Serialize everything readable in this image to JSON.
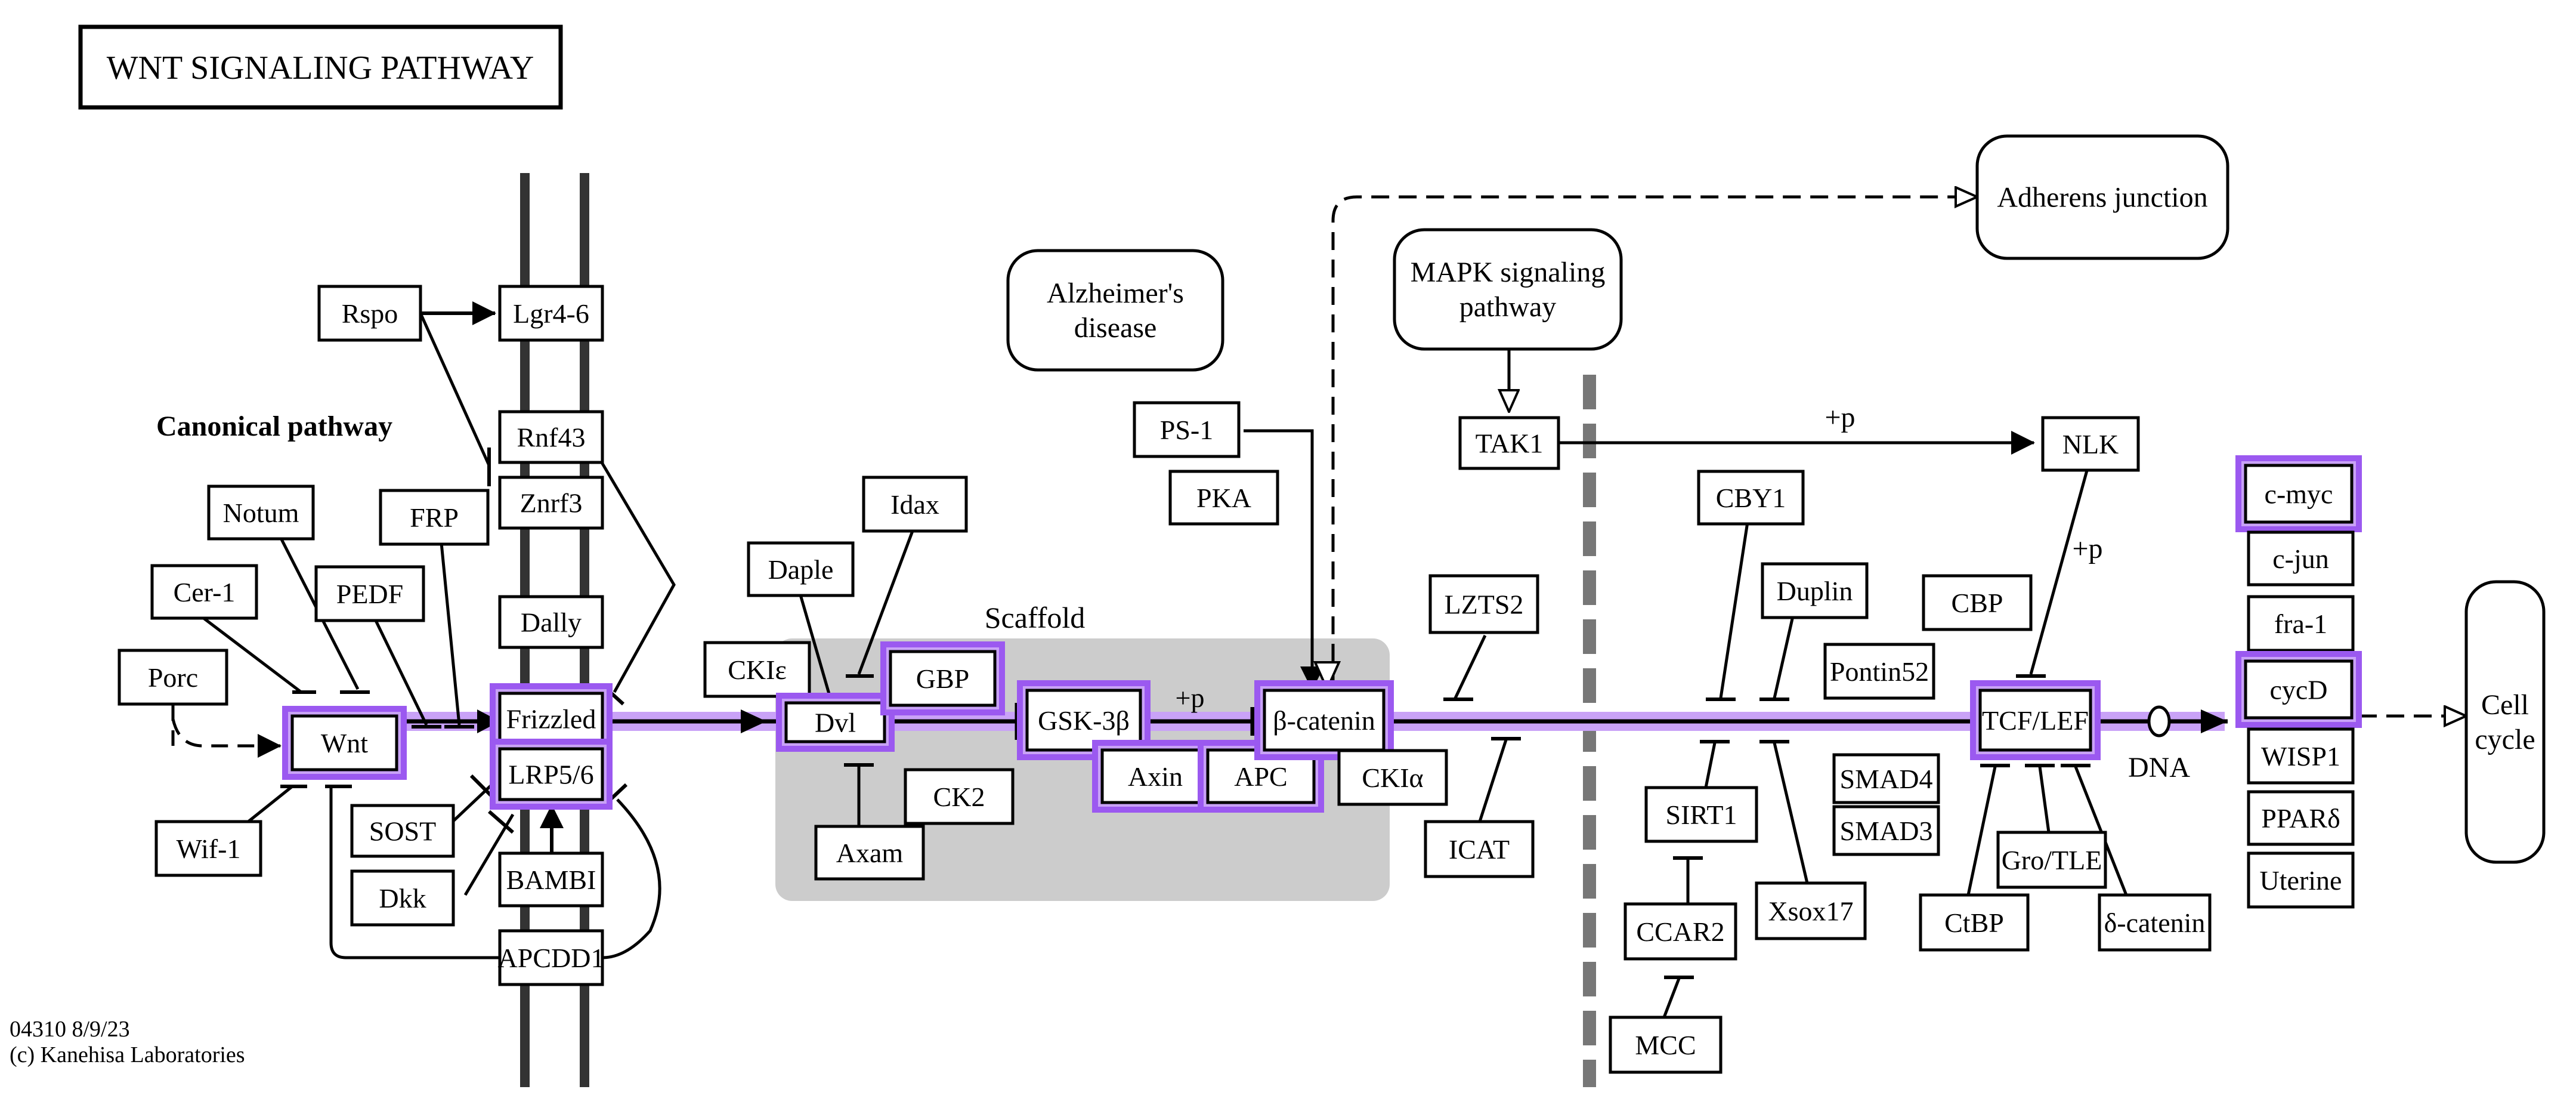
{
  "title": "WNT SIGNALING PATHWAY",
  "section_labels": {
    "canonical": "Canonical pathway",
    "scaffold": "Scaffold"
  },
  "footer": {
    "id_date": "04310 8/9/23",
    "copyright": "(c) Kanehisa Laboratories"
  },
  "colors": {
    "highlight": "#9b59f0",
    "highlight_light": "#c9a2f7",
    "membrane": "#333333",
    "scaffold_bg": "#cccccc",
    "nucleus_line": "#777777"
  },
  "nodes": {
    "rspo": "Rspo",
    "lgr": "Lgr4-6",
    "rnf43": "Rnf43",
    "znrf3": "Znrf3",
    "dally": "Dally",
    "notum": "Notum",
    "frp": "FRP",
    "cer1": "Cer-1",
    "pedf": "PEDF",
    "porc": "Porc",
    "wnt": "Wnt",
    "frizzled": "Frizzled",
    "lrp": "LRP5/6",
    "wif1": "Wif-1",
    "sost": "SOST",
    "dkk": "Dkk",
    "bambi": "BAMBI",
    "apcdd1": "APCDD1",
    "daple": "Daple",
    "idax": "Idax",
    "ckie": "CKIε",
    "dvl": "Dvl",
    "gbp": "GBP",
    "ck2": "CK2",
    "axam": "Axam",
    "gsk": "GSK-3β",
    "axin": "Axin",
    "apc": "APC",
    "bcat": "β-catenin",
    "ckia": "CKIα",
    "ps1": "PS-1",
    "pka": "PKA",
    "lzts2": "LZTS2",
    "icat": "ICAT",
    "tak1": "TAK1",
    "nlk": "NLK",
    "cby1": "CBY1",
    "duplin": "Duplin",
    "cbp": "CBP",
    "pontin": "Pontin52",
    "smad4": "SMAD4",
    "smad3": "SMAD3",
    "sirt1": "SIRT1",
    "ccar2": "CCAR2",
    "mcc": "MCC",
    "xsox17": "Xsox17",
    "tcf": "TCF/LEF",
    "ctbp": "CtBP",
    "gro": "Gro/TLE",
    "dcat": "δ-catenin",
    "cmyc": "c-myc",
    "cjun": "c-jun",
    "fra1": "fra-1",
    "cycd": "cycD",
    "wisp1": "WISP1",
    "ppard": "PPARδ",
    "uterine": "Uterine"
  },
  "maps": {
    "alz_l1": "Alzheimer's",
    "alz_l2": "disease",
    "mapk_l1": "MAPK signaling",
    "mapk_l2": "pathway",
    "adherens": "Adherens junction",
    "cell_l1": "Cell",
    "cell_l2": "cycle"
  },
  "edge_labels": {
    "p1": "+p",
    "p2": "+p",
    "p3": "+p",
    "dna": "DNA"
  }
}
